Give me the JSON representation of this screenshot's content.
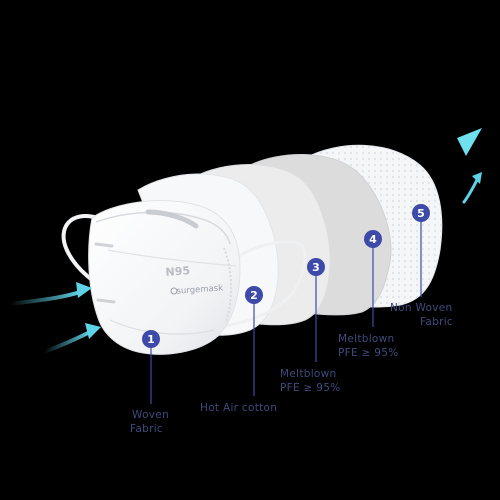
{
  "mask": {
    "print": "N95",
    "brand": "surgemask"
  },
  "layers": [
    {
      "number": "1",
      "label_lines": [
        "Woven",
        "Fabric"
      ]
    },
    {
      "number": "2",
      "label_lines": [
        "Hot Air cotton"
      ]
    },
    {
      "number": "3",
      "label_lines": [
        "Meltblown",
        "PFE ≥ 95%"
      ]
    },
    {
      "number": "4",
      "label_lines": [
        "Meltblown",
        "PFE ≥ 95%"
      ]
    },
    {
      "number": "5",
      "label_lines": [
        "Non Woven",
        "Fabric"
      ]
    }
  ],
  "colors": {
    "badge": "#3d4aa8",
    "label": "#3f4a7a",
    "airflow": "#5fd3e6",
    "background": "#000000"
  },
  "icons": [
    "airflow-arrow-icon"
  ]
}
